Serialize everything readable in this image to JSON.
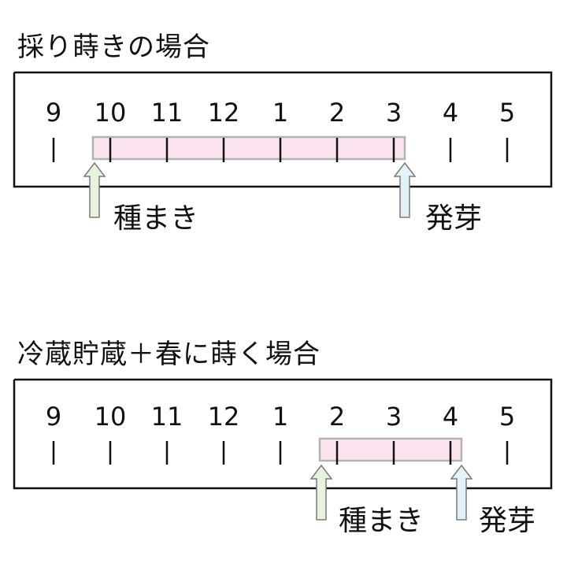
{
  "diagrams": [
    {
      "title": "採り蒔きの場合",
      "months": [
        "9",
        "10",
        "11",
        "12",
        "1",
        "2",
        "3",
        "4",
        "5"
      ],
      "period_start_month": "10",
      "period_end_month": "3",
      "sow_label": "種まき",
      "sprout_label": "発芽"
    },
    {
      "title": "冷蔵貯蔵＋春に蒔く場合",
      "months": [
        "9",
        "10",
        "11",
        "12",
        "1",
        "2",
        "3",
        "4",
        "5"
      ],
      "period_start_month": "2",
      "period_end_month": "4",
      "sow_label": "種まき",
      "sprout_label": "発芽"
    }
  ],
  "colors": {
    "period_fill": "#fbe3f0",
    "period_border": "#b3b3b3",
    "sow_arrow_fill": "#e6f4dc",
    "sprout_arrow_fill": "#e3f1f8",
    "frame_stroke": "#111111"
  },
  "icons": {
    "sow_marker": "up-arrow-icon",
    "sprout_marker": "up-arrow-icon"
  }
}
